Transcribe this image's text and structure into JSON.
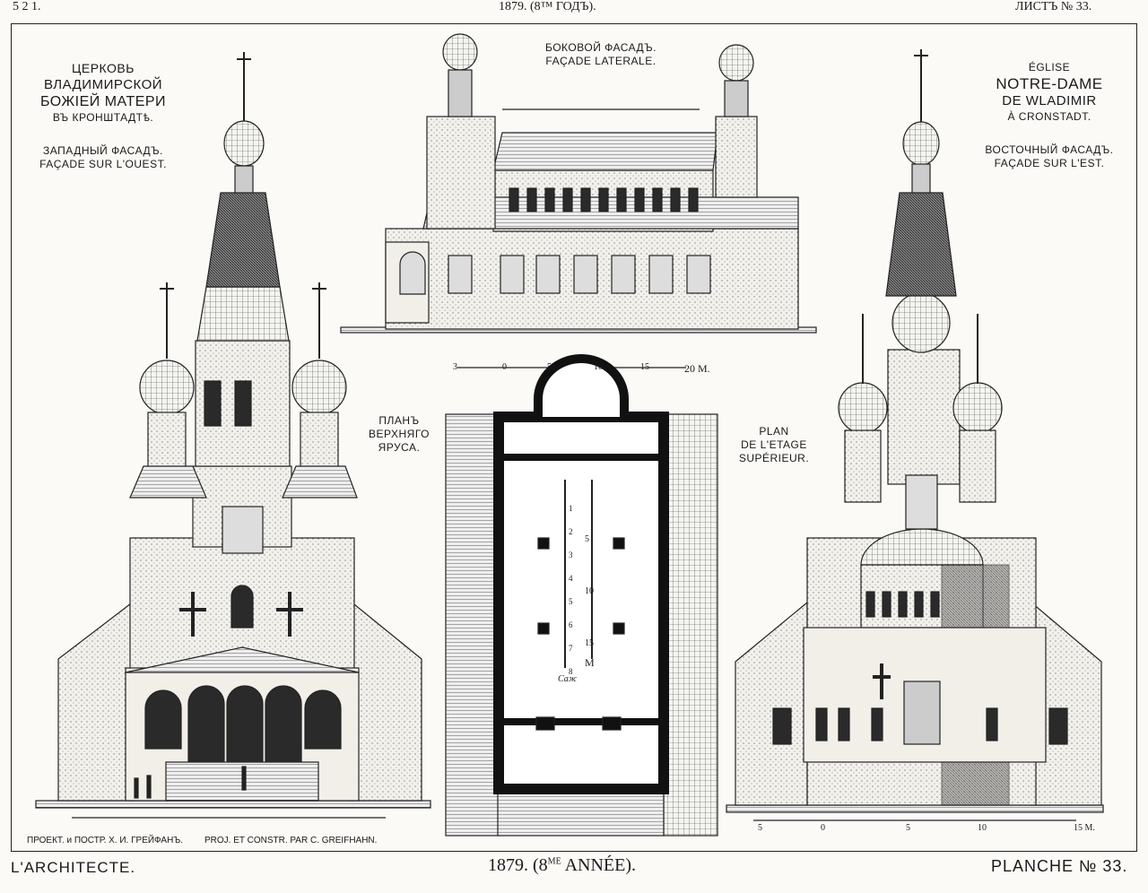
{
  "header": {
    "top_left": "5 2 1.",
    "top_center": "1879. (8™ ГОДЪ).",
    "top_right": "ЛИСТЪ № 33."
  },
  "left_title": {
    "line1": "ЦЕРКОВЬ",
    "line2": "ВЛАДИМИРСКОЙ",
    "line3": "БОЖІЕЙ МАТЕРИ",
    "line4": "ВЪ КРОНШТАДТѣ.",
    "facade_ru": "ЗАПАДНЫЙ ФАСАДЪ.",
    "facade_fr": "FAÇADE SUR L'OUEST."
  },
  "right_title": {
    "line1": "ÉGLISE",
    "line2": "NOTRE-DAME",
    "line3": "DE WLADIMIR",
    "line4": "À CRONSTADT.",
    "facade_ru": "ВОСТОЧНЫЙ ФАСАДЪ.",
    "facade_fr": "FAÇADE SUR L'EST."
  },
  "side_title": {
    "ru": "БОКОВОЙ ФАСАДЪ.",
    "fr": "FAÇADE LATERALE."
  },
  "plan_left": {
    "line1": "ПЛАНЪ",
    "line2": "ВЕРХНЯГО",
    "line3": "ЯРУСА."
  },
  "plan_right": {
    "line1": "PLAN",
    "line2": "DE L'ETAGE",
    "line3": "SUPÉRIEUR."
  },
  "scales": {
    "main": [
      "3",
      "0",
      "5",
      "10",
      "15",
      "20 М."
    ],
    "right": [
      "5",
      "0",
      "5",
      "10",
      "15 M."
    ],
    "plan_units": [
      "М",
      "Саж"
    ],
    "plan_left_ticks": [
      "1",
      "2",
      "3",
      "4",
      "5",
      "6",
      "7",
      "8"
    ],
    "plan_right_ticks": [
      "5",
      "10",
      "15"
    ]
  },
  "credits": {
    "ru": "ПРОЕКТ. и ПОСТР. Х. И. ГРЕЙФАНЪ.",
    "fr": "PROJ. ET CONSTR. PAR C. GREIFHAHN."
  },
  "footer": {
    "left": "L'ARCHITECTE.",
    "center_year": "1879. (8",
    "center_sup": "ME",
    "center_rest": " ANNÉE).",
    "right": "PLANCHE № 33."
  }
}
